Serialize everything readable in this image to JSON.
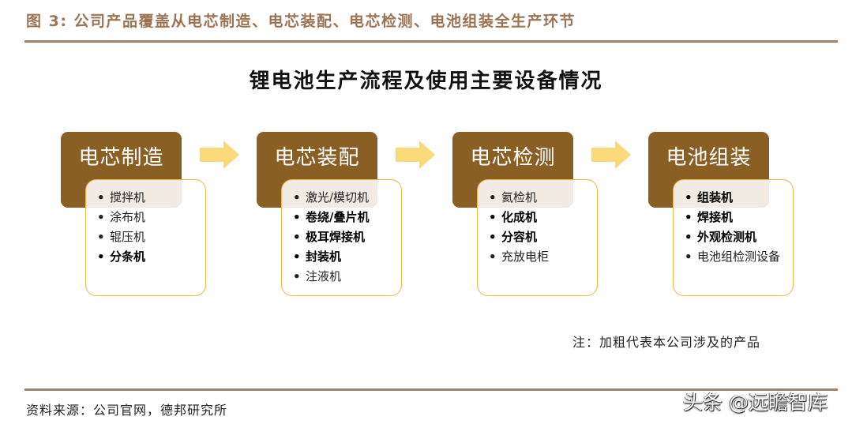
{
  "figure": {
    "title": "图 3: 公司产品覆盖从电芯制造、电芯装配、电芯检测、电池组装全生产环节"
  },
  "diagram": {
    "title": "锂电池生产流程及使用主要设备情况",
    "stages": [
      {
        "label": "电芯制造",
        "items": [
          {
            "text": "搅拌机",
            "bold": false
          },
          {
            "text": "涂布机",
            "bold": false
          },
          {
            "text": "辊压机",
            "bold": false
          },
          {
            "text": "分条机",
            "bold": true
          }
        ]
      },
      {
        "label": "电芯装配",
        "items": [
          {
            "text": "激光/模切机",
            "bold": false
          },
          {
            "text": "卷绕/叠片机",
            "bold": true
          },
          {
            "text": "极耳焊接机",
            "bold": true
          },
          {
            "text": "封装机",
            "bold": true
          },
          {
            "text": "注液机",
            "bold": false
          }
        ]
      },
      {
        "label": "电芯检测",
        "items": [
          {
            "text": "氦检机",
            "bold": false
          },
          {
            "text": "化成机",
            "bold": true
          },
          {
            "text": "分容机",
            "bold": true
          },
          {
            "text": "充放电柜",
            "bold": false
          }
        ]
      },
      {
        "label": "电池组装",
        "items": [
          {
            "text": "组装机",
            "bold": true
          },
          {
            "text": "焊接机",
            "bold": true
          },
          {
            "text": "外观检测机",
            "bold": true
          },
          {
            "text": "电池组检测设备",
            "bold": false
          }
        ]
      }
    ],
    "note": "注：加粗代表本公司涉及的产品"
  },
  "footer": {
    "source": "资料来源：公司官网，德邦研究所",
    "watermark": "头条 @远瞻智库"
  },
  "colors": {
    "title": "#9C7353",
    "rule": "#A08070",
    "stage_head": "#8A5F24",
    "list_border": "#F2B349",
    "arrow": "#FAD97A"
  }
}
